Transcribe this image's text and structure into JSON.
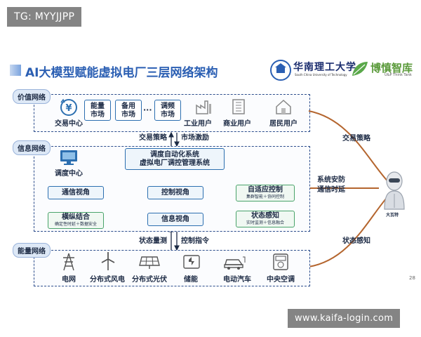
{
  "watermark_top": "TG: MYYJJPP",
  "watermark_bottom": "www.kaifa-login.com",
  "slide_title": "AI大模型赋能虚拟电厂三层网络架构",
  "university_name_cn": "华南理工大学",
  "university_name_en": "South China University of Technology",
  "think_tank_cn": "博慎智库",
  "think_tank_en": "U&P Think Tank",
  "page_number": "28",
  "layers": {
    "value": "价值网络",
    "info": "信息网络",
    "energy": "能量网络"
  },
  "value_layer": {
    "trading_center": "交易中心",
    "markets": [
      "能量\n市场",
      "备用\n市场",
      "调频\n市场"
    ],
    "dots": "···",
    "users": [
      "工业用户",
      "商业用户",
      "居民用户"
    ]
  },
  "between_value_info": {
    "left": "交易策略",
    "right": "市场激励"
  },
  "info_layer": {
    "dispatch_center": "调度中心",
    "auto_system": "调度自动化系统\n虚拟电厂调控管理系统",
    "comm_view": "通信视角",
    "control_view": "控制视角",
    "info_view": "信息视角",
    "vertical_horizontal": "横纵结合",
    "vertical_horizontal_sub": "确定性时延＋数据安全",
    "adaptive_control": "自适应控制",
    "adaptive_control_sub": "集群智能＋协同控制",
    "state_sense": "状态感知",
    "state_sense_sub": "实时监测＋信息融合"
  },
  "between_info_energy": {
    "left": "状态量测",
    "right": "控制指令"
  },
  "energy_layer": {
    "items": [
      "电网",
      "分布式风电",
      "分布式光伏",
      "储能",
      "电动汽车",
      "中央空调"
    ]
  },
  "right_side": {
    "top": "交易策略",
    "middle": "系统安防\n通信时延",
    "bottom": "状态感知",
    "robot_label": "大瓦特"
  },
  "colors": {
    "title_blue": "#2b5fb3",
    "node_border": "#2c6fb0",
    "curve_brown": "#b4652e",
    "green_box": "#49a36a"
  }
}
